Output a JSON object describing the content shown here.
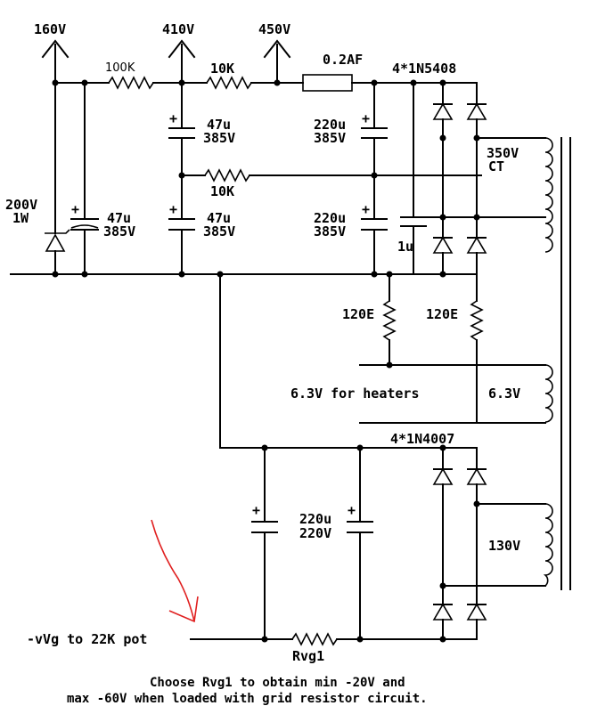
{
  "rails": {
    "v160": "160V",
    "v410": "410V",
    "v450": "450V"
  },
  "components": {
    "r_100k": "100K",
    "r_10k_top": "10K",
    "r_10k_mid": "10K",
    "fuse": "0.2AF",
    "bridge_hv": "4*1N5408",
    "bridge_neg": "4*1N4007",
    "zener_value": "200V",
    "zener_power": "1W",
    "c1_value": "47u",
    "c1_voltage": "385V",
    "c2_value": "47u",
    "c2_voltage": "385V",
    "c3_value": "47u",
    "c3_voltage": "385V",
    "c4_value": "220u",
    "c4_voltage": "385V",
    "c5_value": "220u",
    "c5_voltage": "385V",
    "c_film": "1u",
    "r_120e_left": "120E",
    "r_120e_right": "120E",
    "c6_value": "220u",
    "c6_voltage": "220V",
    "r_vg": "Rvg1"
  },
  "windings": {
    "hv": "350V",
    "hv_ct": "CT",
    "heater": "6.3V",
    "bias": "130V"
  },
  "labels": {
    "heaters": "6.3V for heaters",
    "output": "-vVg to 22K pot"
  },
  "note": {
    "line1": "Choose Rvg1 to obtain min -20V and",
    "line2": "max -60V when loaded with grid resistor circuit."
  },
  "colors": {
    "ink": "#000000",
    "annotation_arrow": "#e02020",
    "background": "#ffffff"
  }
}
